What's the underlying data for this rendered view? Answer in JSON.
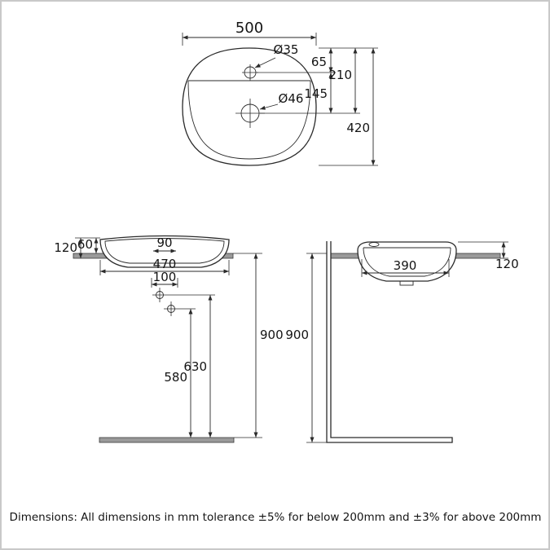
{
  "top_view": {
    "overall_width": "500",
    "tap_hole_dia": "Ø35",
    "drain_dia": "Ø46",
    "edge_to_tap": "65",
    "edge_to_drain": "210",
    "tap_to_drain": "145",
    "overall_depth": "420"
  },
  "front_view": {
    "rim_to_shelf": "60",
    "rim_to_shelf_bottom": "120",
    "tap_platform_width": "90",
    "basin_width": "470",
    "fixing_spacing": "100",
    "outlet_height": "630",
    "fixing_height": "580",
    "shelf_height": "900"
  },
  "side_view": {
    "bowl_depth": "390",
    "rim_to_shelf_bottom": "120",
    "shelf_height": "900"
  },
  "footer": {
    "note": "Dimensions: All dimensions in mm tolerance ±5% for below 200mm and ±3% for above 200mm"
  }
}
